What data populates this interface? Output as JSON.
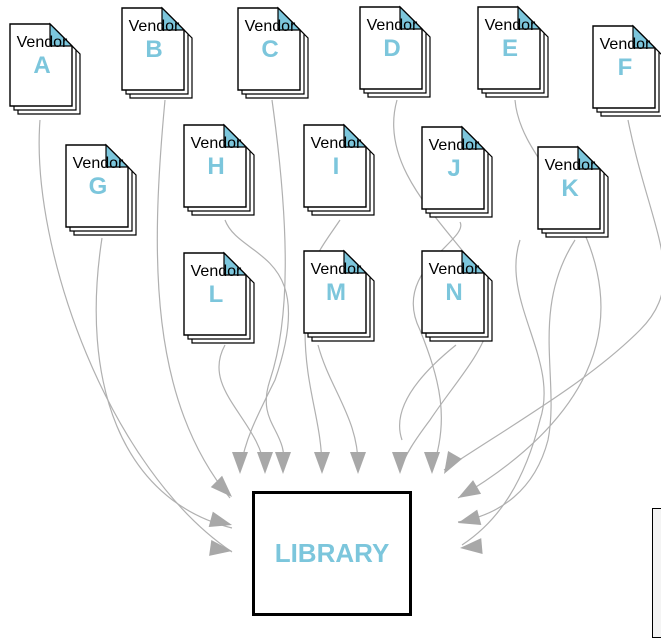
{
  "documents": [
    {
      "id": "A",
      "label": "Vendor",
      "letter": "A"
    },
    {
      "id": "B",
      "label": "Vendor",
      "letter": "B"
    },
    {
      "id": "C",
      "label": "Vendor",
      "letter": "C"
    },
    {
      "id": "D",
      "label": "Vendor",
      "letter": "D"
    },
    {
      "id": "E",
      "label": "Vendor",
      "letter": "E"
    },
    {
      "id": "F",
      "label": "Vendor",
      "letter": "F"
    },
    {
      "id": "G",
      "label": "Vendor",
      "letter": "G"
    },
    {
      "id": "H",
      "label": "Vendor",
      "letter": "H"
    },
    {
      "id": "I",
      "label": "Vendor",
      "letter": "I"
    },
    {
      "id": "J",
      "label": "Vendor",
      "letter": "J"
    },
    {
      "id": "K",
      "label": "Vendor",
      "letter": "K"
    },
    {
      "id": "L",
      "label": "Vendor",
      "letter": "L"
    },
    {
      "id": "M",
      "label": "Vendor",
      "letter": "M"
    },
    {
      "id": "N",
      "label": "Vendor",
      "letter": "N"
    }
  ],
  "library": {
    "label": "LIBRARY"
  },
  "colors": {
    "accent": "#7cc6dc",
    "line": "#b0b0b0",
    "arrow": "#a8a8a8",
    "border": "#000000"
  }
}
